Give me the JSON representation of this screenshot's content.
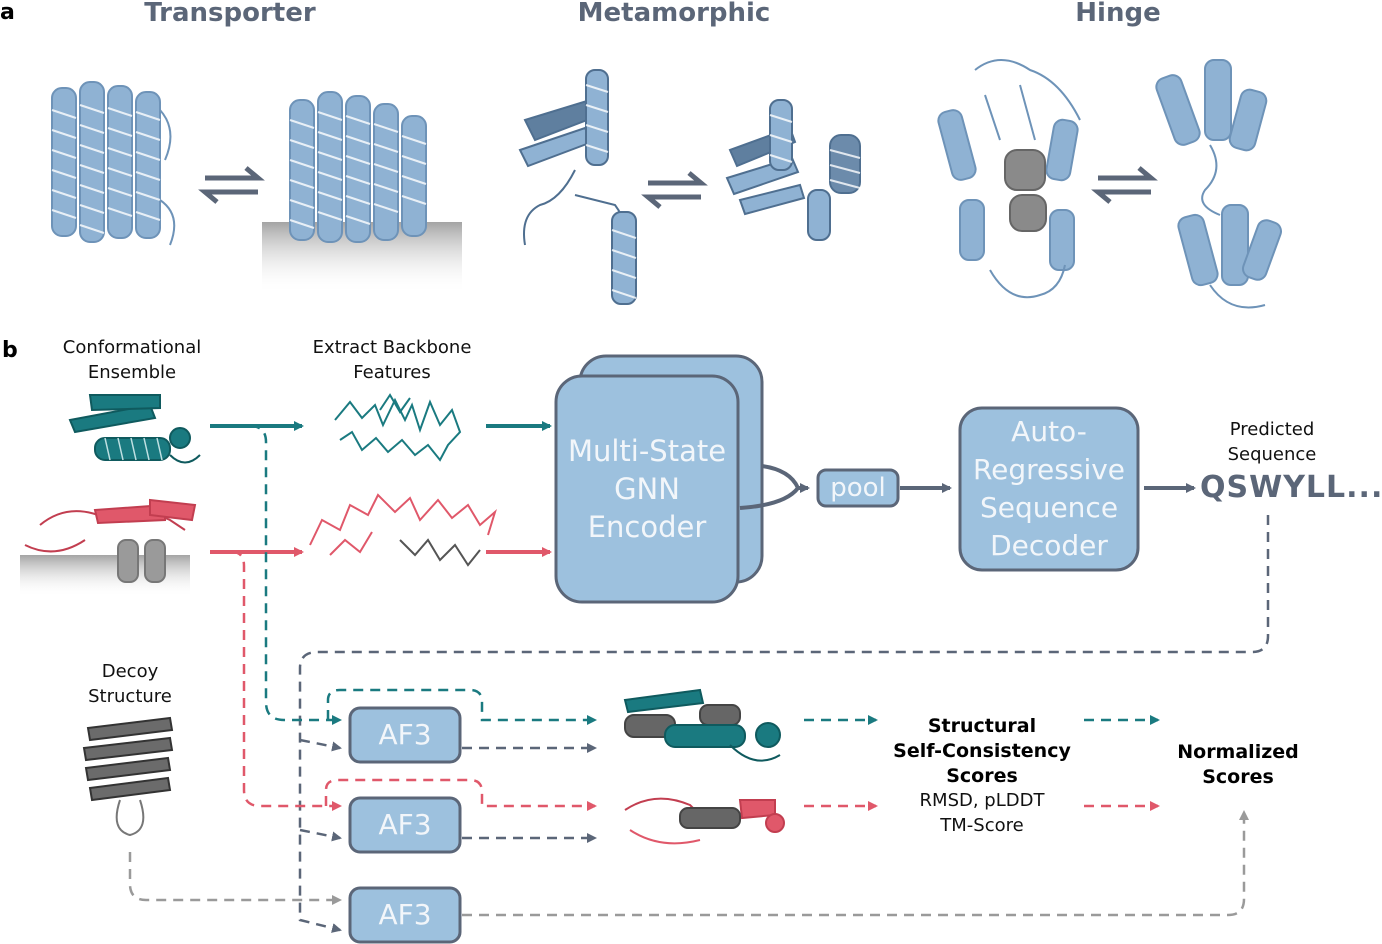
{
  "panel_a": {
    "letter": "a",
    "categories": [
      {
        "title": "Transporter",
        "color": "#5b6678"
      },
      {
        "title": "Metamorphic",
        "color": "#5b6678"
      },
      {
        "title": "Hinge",
        "color": "#5b6678"
      }
    ]
  },
  "panel_b": {
    "letter": "b",
    "ensemble_caption_1": "Conformational",
    "ensemble_caption_2": "Ensemble",
    "backbone_caption_1": "Extract Backbone",
    "backbone_caption_2": "Features",
    "encoder_line_1": "Multi-State",
    "encoder_line_2": "GNN",
    "encoder_line_3": "Encoder",
    "pool_label": "pool",
    "decoder_line_1": "Auto-",
    "decoder_line_2": "Regressive",
    "decoder_line_3": "Sequence",
    "decoder_line_4": "Decoder",
    "predicted_line_1": "Predicted",
    "predicted_line_2": "Sequence",
    "sequence": "QSWYLL...",
    "decoy_caption_1": "Decoy",
    "decoy_caption_2": "Structure",
    "af3_labels": [
      "AF3",
      "AF3",
      "AF3"
    ],
    "scores_title_1": "Structural",
    "scores_title_2": "Self-Consistency",
    "scores_title_3": "Scores",
    "scores_metrics_1": "RMSD, pLDDT",
    "scores_metrics_2": "TM-Score",
    "normalized_1": "Normalized",
    "normalized_2": "Scores"
  },
  "colors": {
    "teal": "#1a7a80",
    "red": "#e0586a",
    "slate": "#5b6678",
    "box_fill": "#9dc1de",
    "box_stroke": "#5b6678",
    "protein_blue": "#8fb2d3",
    "grey": "#9a9a9a"
  },
  "icons": [
    "protein-structure-icon",
    "backbone-trace-icon",
    "arrow-icon",
    "equilibrium-arrows-icon"
  ]
}
